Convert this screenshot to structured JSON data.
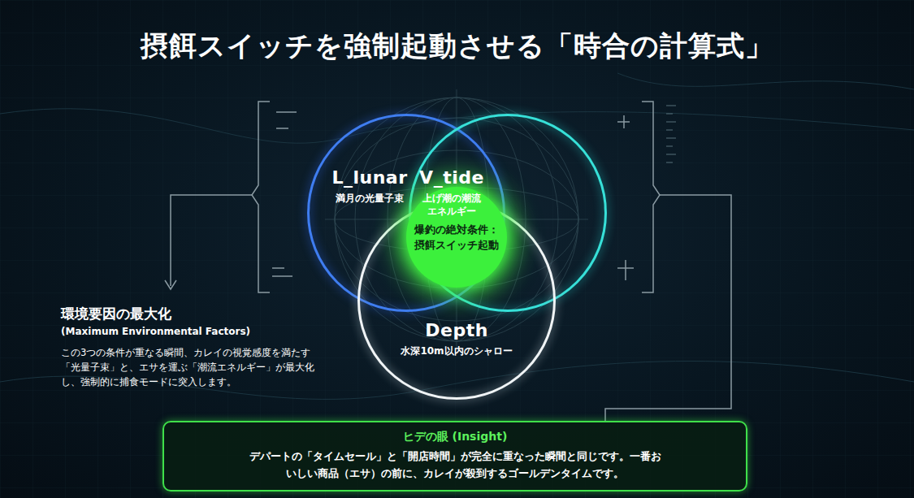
{
  "diagram": {
    "title": "摂餌スイッチを強制起動させる「時合の計算式」",
    "nodes": [
      {
        "text": [
          "L_lunar",
          "満月の光量子束"
        ]
      },
      {
        "text": [
          "V_tide",
          "上げ潮の潮流エネルギー"
        ]
      },
      {
        "text": [
          "Depth",
          "水深10m以内のシャロー"
        ]
      },
      {
        "text": [
          "爆釣の絶対条件：摂餌スイッチ起動"
        ]
      },
      {
        "text": [
          "ヒデの眼 (Insight)",
          "デパートの「タイムセール」と「開店時間」が完全に重なった瞬間と同じです。一番おいしい商品（エサ）の前に、カレイが殺到するゴールデンタイムです。"
        ]
      }
    ],
    "labels": [
      "環境要因の最大化",
      "(Maximum Environmental Factors)",
      "この3つの条件が重なる瞬間、カレイの視覚感度を満たす「光量子束」と、エサを運ぶ「潮流エネルギー」が最大化し、強制的に捕食モードに突入します。"
    ]
  }
}
